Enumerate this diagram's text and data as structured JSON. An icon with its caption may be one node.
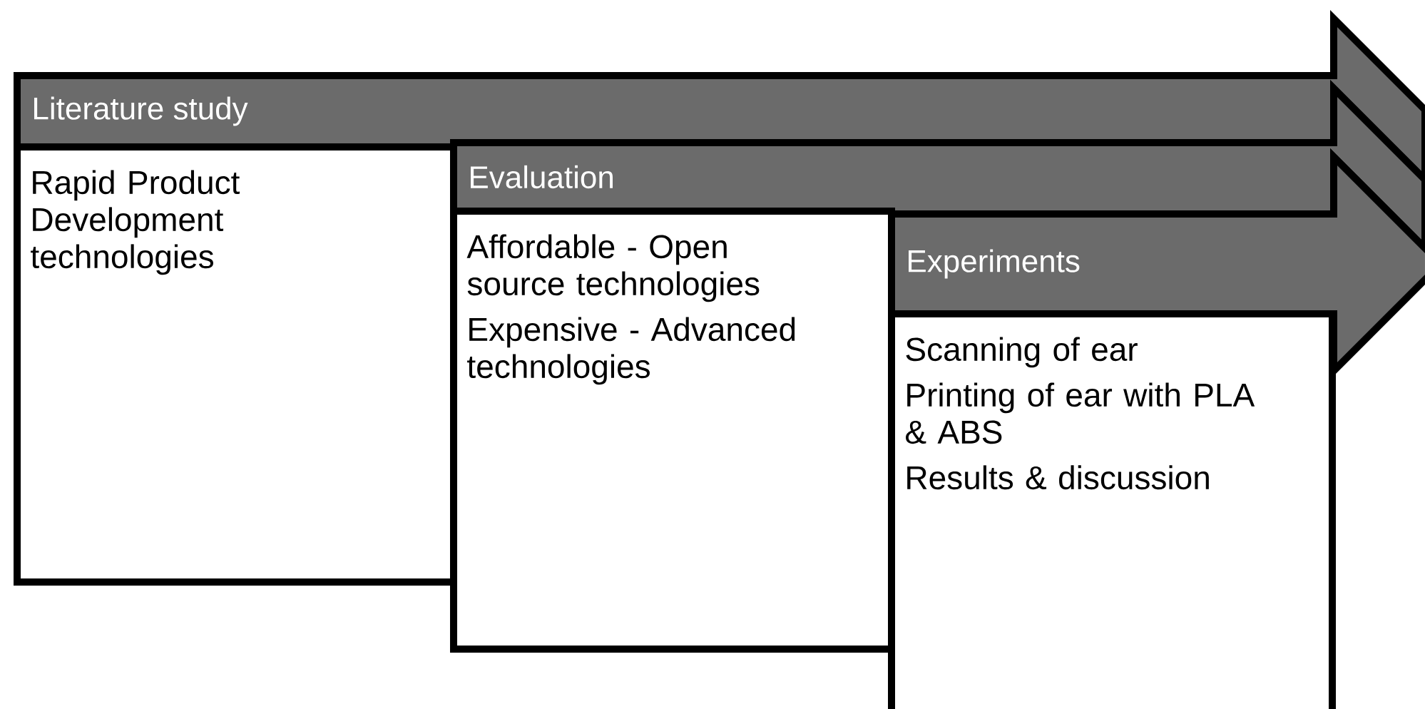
{
  "diagram": {
    "nodes": [
      {
        "text": [
          "Literature study"
        ]
      },
      {
        "text": [
          "Rapid Product Development technologies"
        ]
      },
      {
        "text": [
          "Evaluation"
        ]
      },
      {
        "text": [
          "Affordable - Open source technologies",
          "Expensive - Advanced technologies"
        ]
      },
      {
        "text": [
          "Experiments"
        ]
      },
      {
        "text": [
          "Scanning of ear",
          "Printing of ear with PLA & ABS",
          "Results & discussion"
        ]
      }
    ]
  }
}
